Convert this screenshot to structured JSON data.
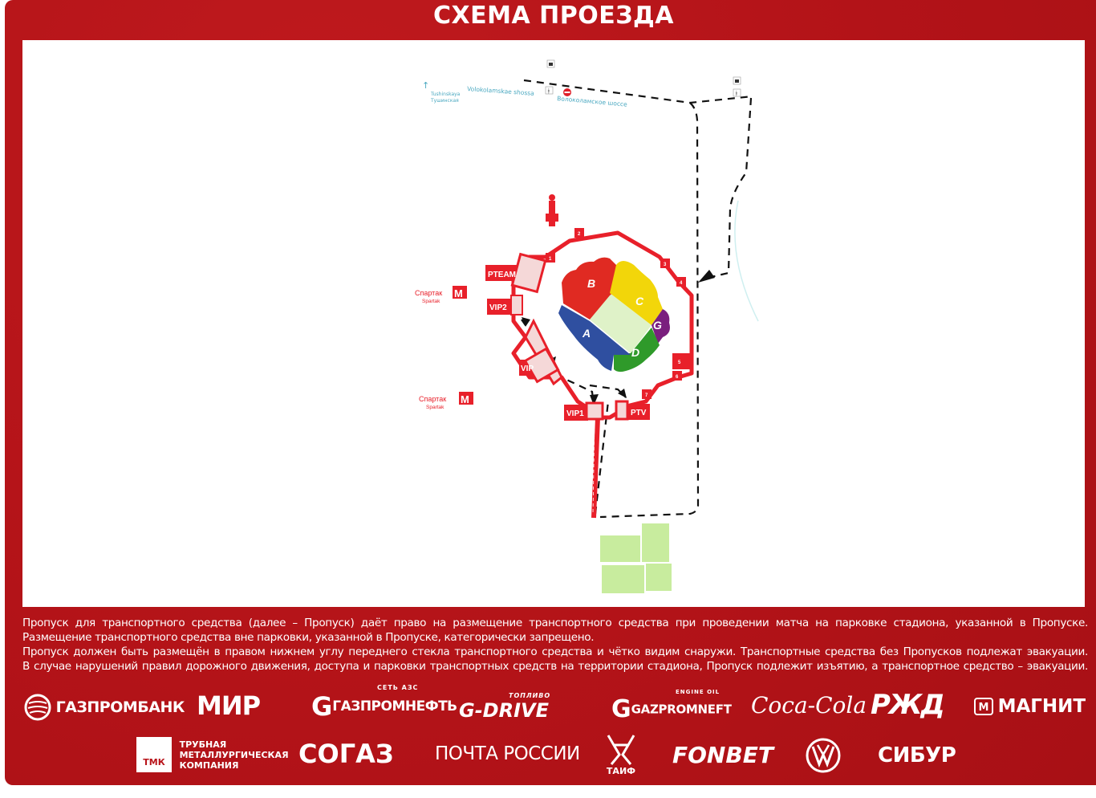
{
  "header": {
    "title": "СХЕМА ПРОЕЗДА"
  },
  "map": {
    "street_label_en": "Volokolamskae shossa",
    "street_label_ru": "Волоколамское шоссе",
    "direction_en": "Tushinskaya",
    "direction_ru": "Тушинская",
    "metro_stations": [
      {
        "name_ru": "Спартак",
        "name_en": "Spartak",
        "icon": "metro-m-icon"
      },
      {
        "name_ru": "Спартак",
        "name_en": "Spartak",
        "icon": "metro-m-icon"
      }
    ],
    "sectors": [
      {
        "label": "A",
        "color": "#2f4fa0"
      },
      {
        "label": "B",
        "color": "#e02a22"
      },
      {
        "label": "C",
        "color": "#f2d60a"
      },
      {
        "label": "G",
        "color": "#7a1f7e"
      },
      {
        "label": "D",
        "color": "#2f9a2a"
      }
    ],
    "zones": [
      "PTEAM",
      "VIP2",
      "VIP",
      "VIP1",
      "PTV"
    ],
    "gates": [
      "1",
      "2",
      "3",
      "4",
      "5",
      "6",
      "7"
    ],
    "colors": {
      "stadium_outline": "#e8202a",
      "route": "#111111",
      "field": "#dff2c8",
      "parking": "#c8ec9e",
      "street_text": "#4aa8c0"
    }
  },
  "info": {
    "lines": [
      "Пропуск для транспортного средства (далее – Пропуск) даёт право на размещение транспортного средства при проведении матча на парковке стадиона, указанной в Пропуске.",
      "Размещение транспортного средства вне парковки, указанной в Пропуске, категорически запрещено.",
      "Пропуск должен быть размещён в правом нижнем углу переднего стекла транспортного средства и чётко видим снаружи. Транспортные средства без Пропусков подлежат эвакуации.",
      "В случае нарушений правил дорожного движения, доступа и парковки транспортных средств на территории стадиона, Пропуск подлежит изъятию, а транспортное средство – эвакуации."
    ]
  },
  "sponsors": {
    "row1": [
      {
        "name": "ГАЗПРОМБАНК"
      },
      {
        "name": "МИР"
      },
      {
        "name": "ГАЗПРОМНЕФТЬ",
        "sub": "СЕТЬ АЗС"
      },
      {
        "name": "G-DRIVE",
        "sub": "ТОПЛИВО"
      },
      {
        "name": "GAZPROMNEFT",
        "sub": "ENGINE OIL"
      },
      {
        "name": "Coca-Cola"
      },
      {
        "name": "РЖД"
      },
      {
        "name": "МАГНИТ"
      }
    ],
    "row2": [
      {
        "name": "ТРУБНАЯ МЕТАЛЛУРГИЧЕСКАЯ КОМПАНИЯ",
        "line1": "ТРУБНАЯ",
        "line2": "МЕТАЛЛУРГИЧЕСКАЯ",
        "line3": "КОМПАНИЯ",
        "badge": "ТМК"
      },
      {
        "name": "СОГАЗ"
      },
      {
        "name": "ПОЧТА РОССИИ"
      },
      {
        "name": "ТАИФ"
      },
      {
        "name": "FONBET"
      },
      {
        "name": "VW"
      },
      {
        "name": "СИБУР"
      }
    ]
  }
}
